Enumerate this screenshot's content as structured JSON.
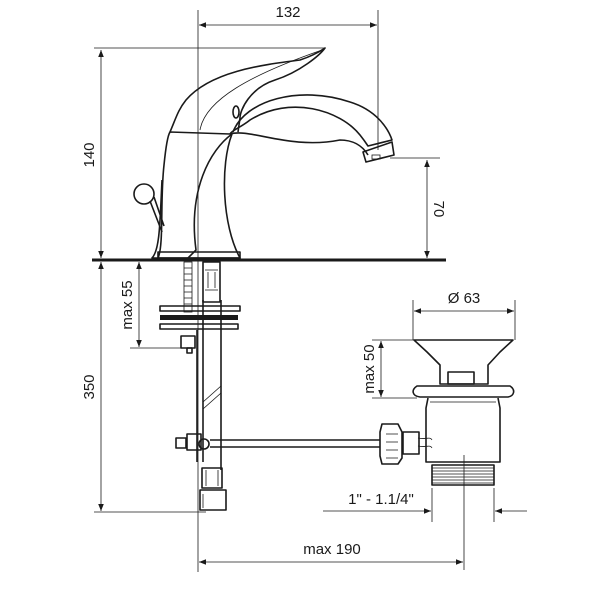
{
  "title": "Single-lever basin mixer with pop-up waste – dimensional drawing",
  "dimensions": {
    "spout_reach": "132",
    "height": "140",
    "spout_height": "70",
    "deck_thickness": "max 55",
    "below_deck": "350",
    "waste_diameter": "Ø 63",
    "waste_thickness": "max 50",
    "waste_thread": "1\" - 1.1/4\"",
    "waste_distance": "max 190"
  },
  "colors": {
    "line": "#1a1a1a",
    "background": "#ffffff"
  }
}
